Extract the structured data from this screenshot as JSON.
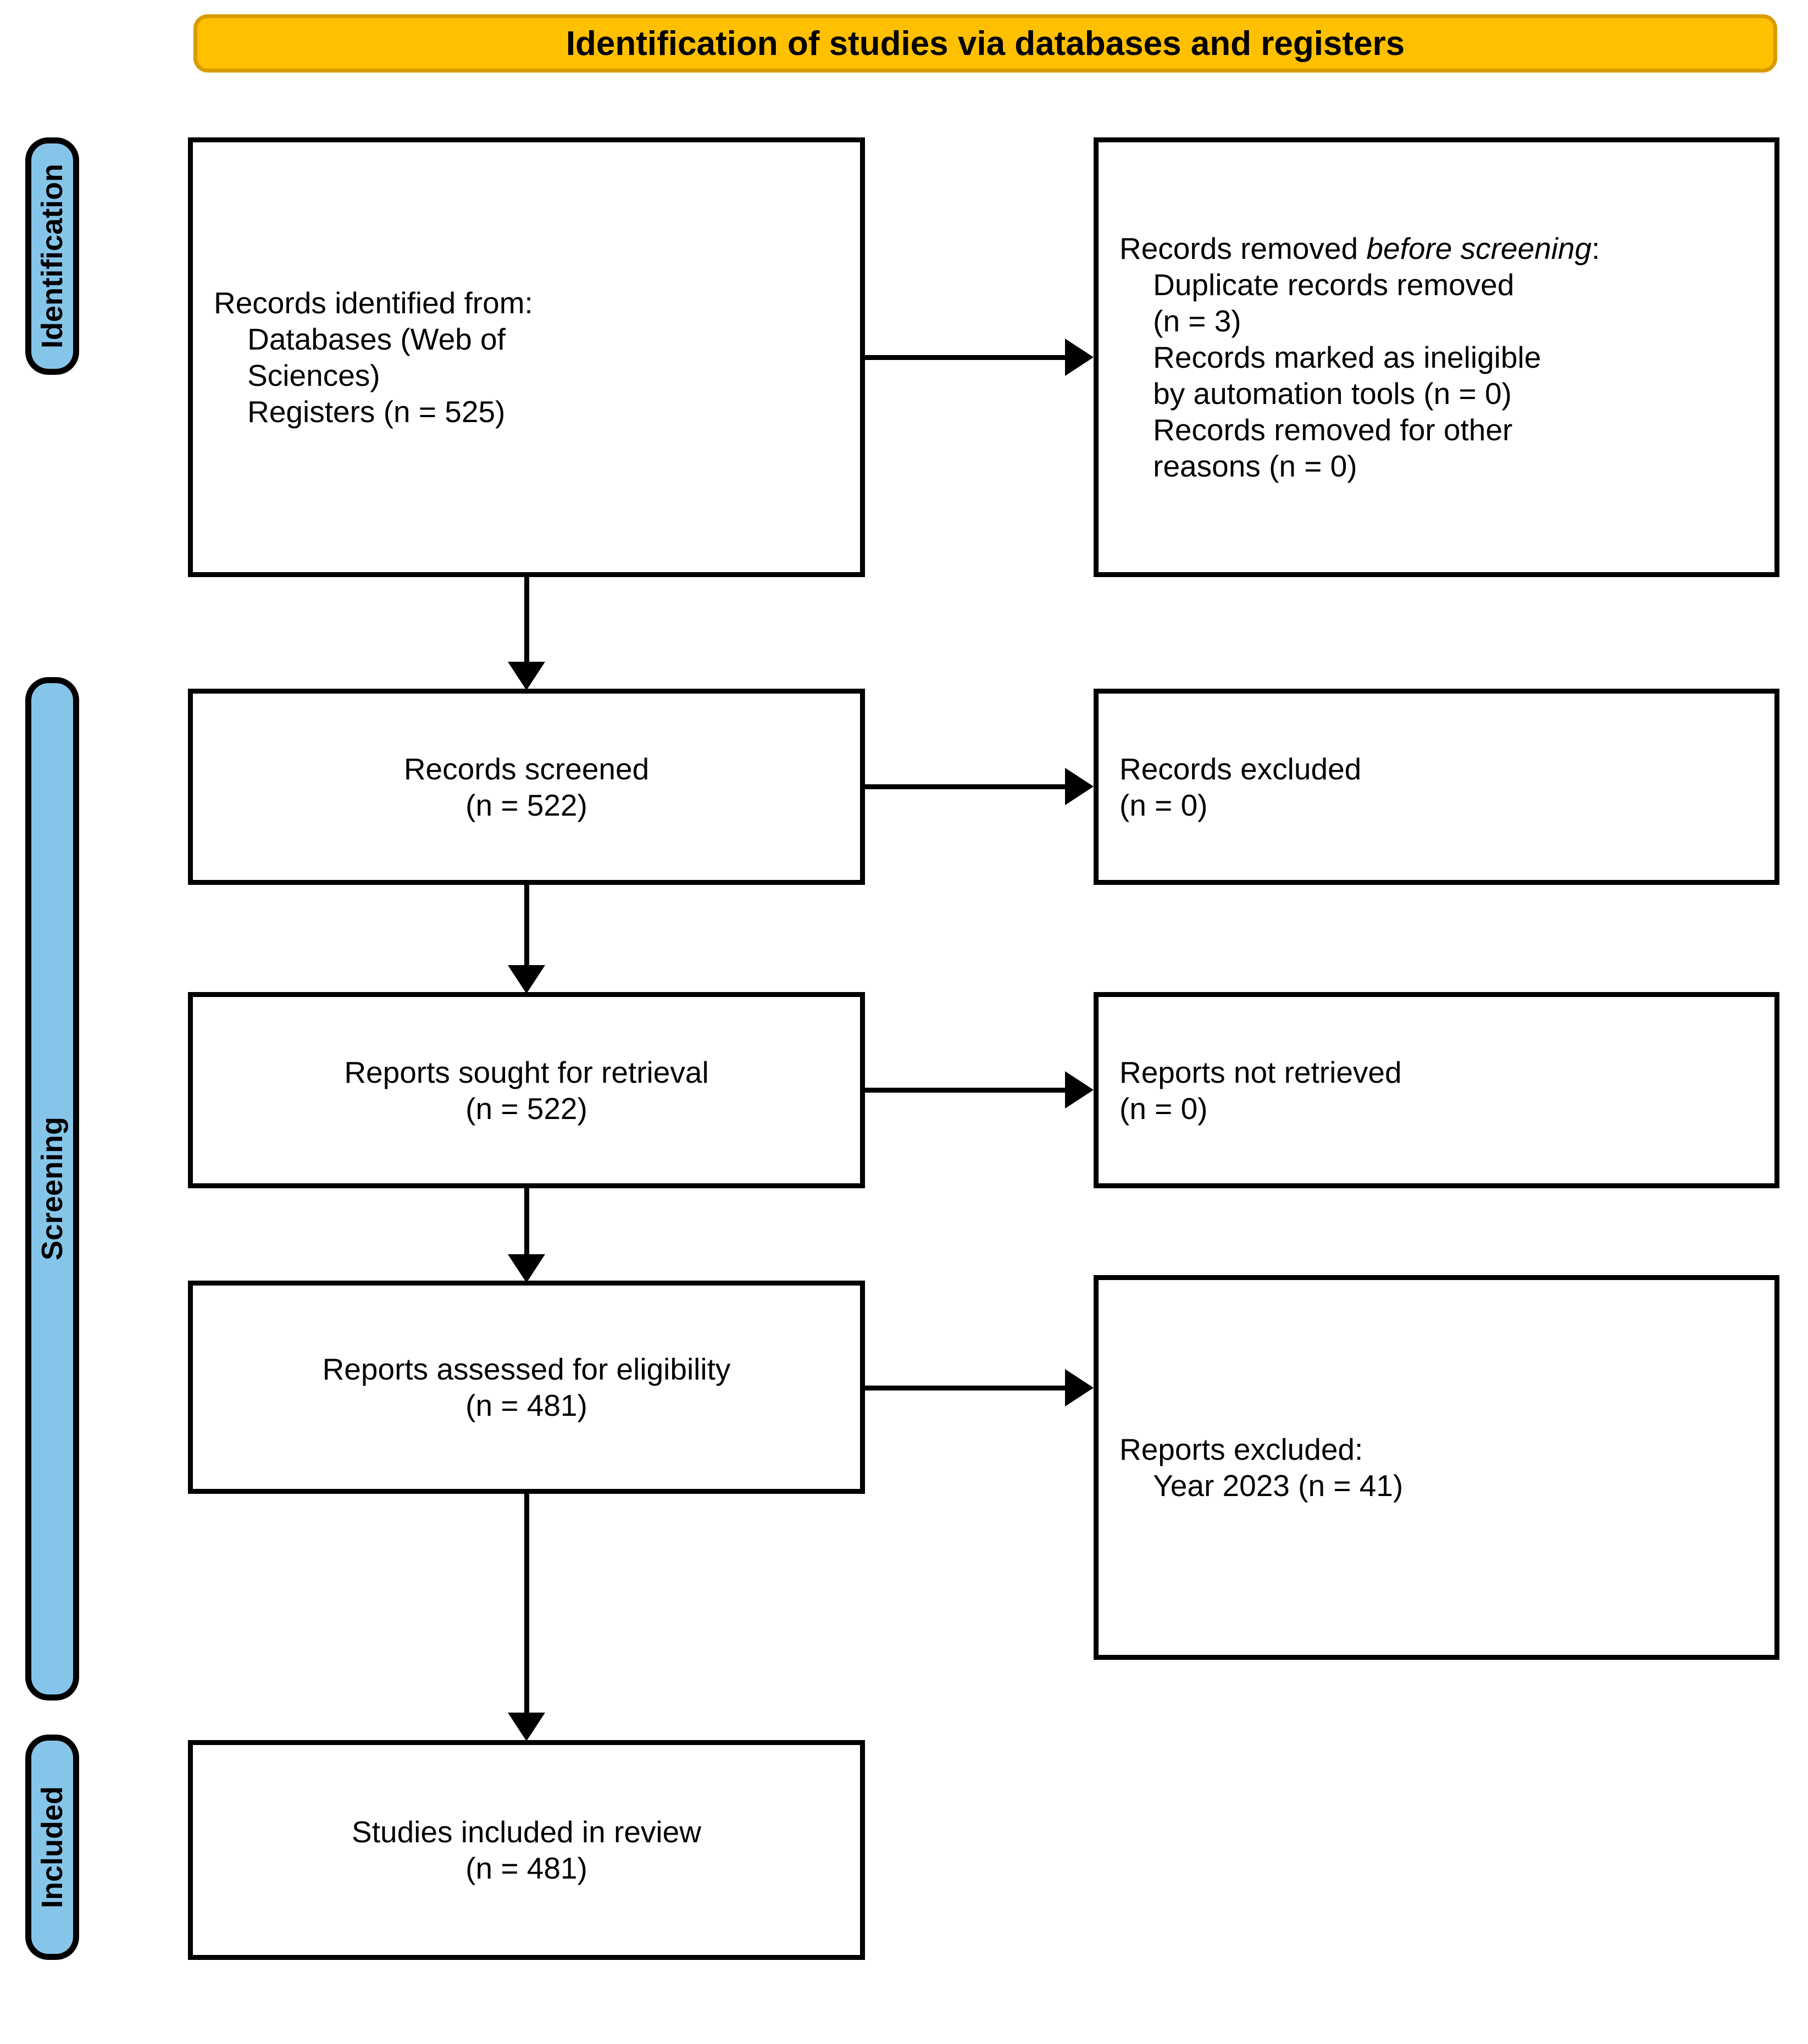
{
  "banner": {
    "title": "Identification of studies via databases and registers"
  },
  "stages": [
    {
      "key": "identification",
      "label": "Identification"
    },
    {
      "key": "screening",
      "label": "Screening"
    },
    {
      "key": "included",
      "label": "Included"
    }
  ],
  "boxes": {
    "identified": {
      "line1": "Records identified from:",
      "line2": "    Databases (Web of",
      "line3": "    Sciences)",
      "line4": "    Registers (n = 525)",
      "text": "Records identified from:\n    Databases (Web of\n    Sciences)\n    Registers (n = 525)"
    },
    "removed_before_screening": {
      "head_plain": "Records removed ",
      "head_italic": "before screening",
      "head_colon": ":",
      "body": "    Duplicate records removed\n    (n = 3)\n    Records marked as ineligible\n    by automation tools (n = 0)\n    Records removed for other\n    reasons (n = 0)"
    },
    "records_screened": {
      "text": "Records screened\n(n = 522)"
    },
    "records_excluded": {
      "text": "Records excluded\n(n = 0)"
    },
    "reports_sought": {
      "text": "Reports sought for retrieval\n(n = 522)"
    },
    "reports_not_retrieved": {
      "text": "Reports not retrieved\n(n = 0)"
    },
    "reports_assessed": {
      "text": "Reports assessed for eligibility\n(n = 481)"
    },
    "reports_excluded": {
      "text": "Reports excluded:\n    Year 2023 (n = 41)"
    },
    "studies_included": {
      "text": "Studies included in review\n(n = 481)"
    }
  },
  "counts": {
    "records_identified": 525,
    "duplicate_records_removed": 3,
    "marked_ineligible_automation": 0,
    "removed_other_reasons": 0,
    "records_screened": 522,
    "records_excluded": 0,
    "reports_sought": 522,
    "reports_not_retrieved": 0,
    "reports_assessed": 481,
    "reports_excluded_year_2023": 41,
    "studies_included": 481
  },
  "colors": {
    "banner_fill": "#FFC000",
    "banner_border": "#D89B00",
    "stage_fill": "#86C5EA",
    "line": "#000000",
    "box_fill": "#FFFFFF"
  }
}
